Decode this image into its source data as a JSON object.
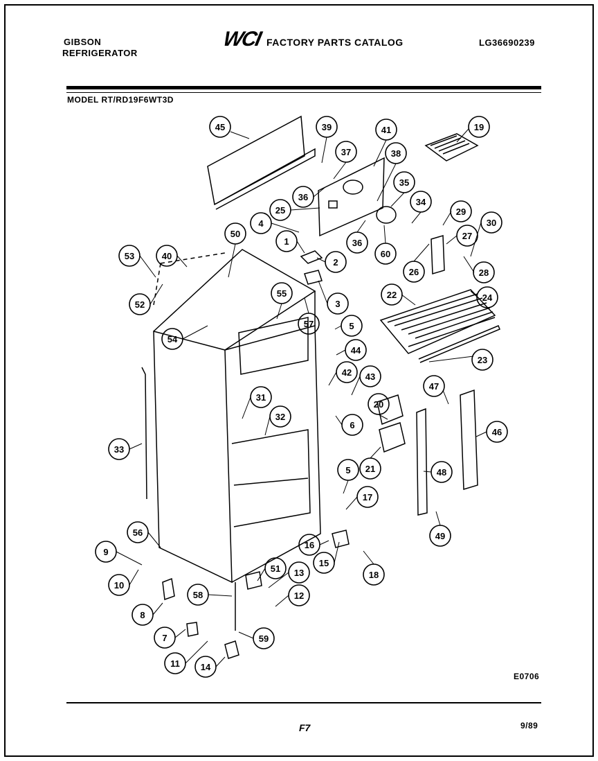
{
  "header": {
    "brand_line1": "GIBSON",
    "brand_line2": "REFRIGERATOR",
    "logo_text": "WCI",
    "catalog_title": "FACTORY PARTS CATALOG",
    "doc_code": "LG36690239",
    "model": "MODEL RT/RD19F6WT3D"
  },
  "footer": {
    "drawing_code": "E0706",
    "page_mark": "F7",
    "date": "9/89"
  },
  "callouts": [
    "45",
    "39",
    "41",
    "19",
    "37",
    "38",
    "36",
    "35",
    "34",
    "25",
    "4",
    "36",
    "60",
    "29",
    "30",
    "27",
    "50",
    "1",
    "2",
    "26",
    "28",
    "53",
    "40",
    "3",
    "55",
    "22",
    "24",
    "52",
    "57",
    "5",
    "54",
    "44",
    "23",
    "42",
    "43",
    "31",
    "32",
    "47",
    "20",
    "6",
    "46",
    "33",
    "21",
    "5",
    "48",
    "17",
    "56",
    "16",
    "49",
    "15",
    "9",
    "18",
    "10",
    "51",
    "13",
    "58",
    "12",
    "8",
    "7",
    "59",
    "11",
    "14"
  ],
  "colors": {
    "ink": "#000000",
    "paper": "#ffffff"
  }
}
